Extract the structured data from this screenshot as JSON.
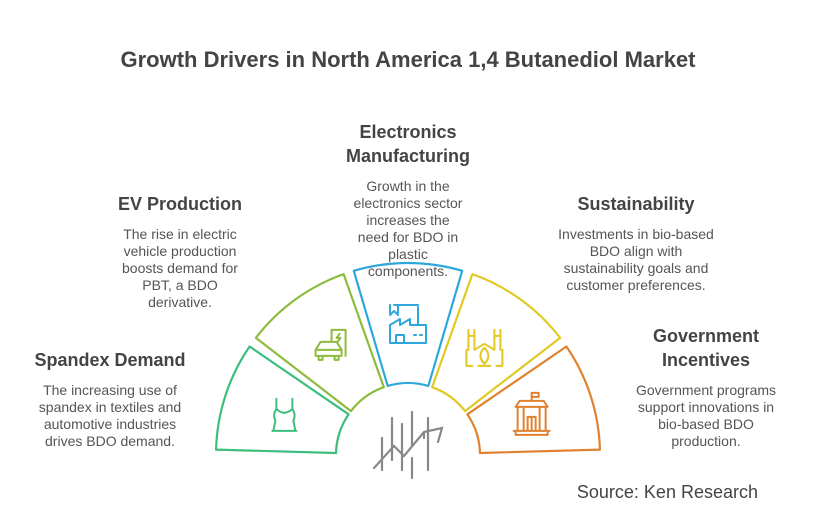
{
  "title": "Growth Drivers in North America 1,4 Butanediol Market",
  "source": "Source: Ken Research",
  "segments": [
    {
      "heading": "Spandex Demand",
      "text": "The increasing use of spandex in textiles and automotive industries drives BDO demand.",
      "icon": "tank-top-icon",
      "color": "#3dbd7d"
    },
    {
      "heading": "EV Production",
      "text": "The rise in electric vehicle production boosts demand for PBT, a BDO derivative.",
      "icon": "electric-car-icon",
      "color": "#8dbb3c"
    },
    {
      "heading": "Electronics Manufacturing",
      "text": "Growth in the electronics sector increases the need for BDO in plastic components.",
      "icon": "robotic-factory-icon",
      "color": "#2ea8dc"
    },
    {
      "heading": "Sustainability",
      "text": "Investments in bio-based BDO align with sustainability goals and customer preferences.",
      "icon": "eco-factory-icon",
      "color": "#e2c823"
    },
    {
      "heading": "Government Incentives",
      "text": "Government programs support innovations in bio-based BDO production.",
      "icon": "government-building-icon",
      "color": "#e0812f"
    }
  ],
  "center_icon": "growth-chart-icon"
}
